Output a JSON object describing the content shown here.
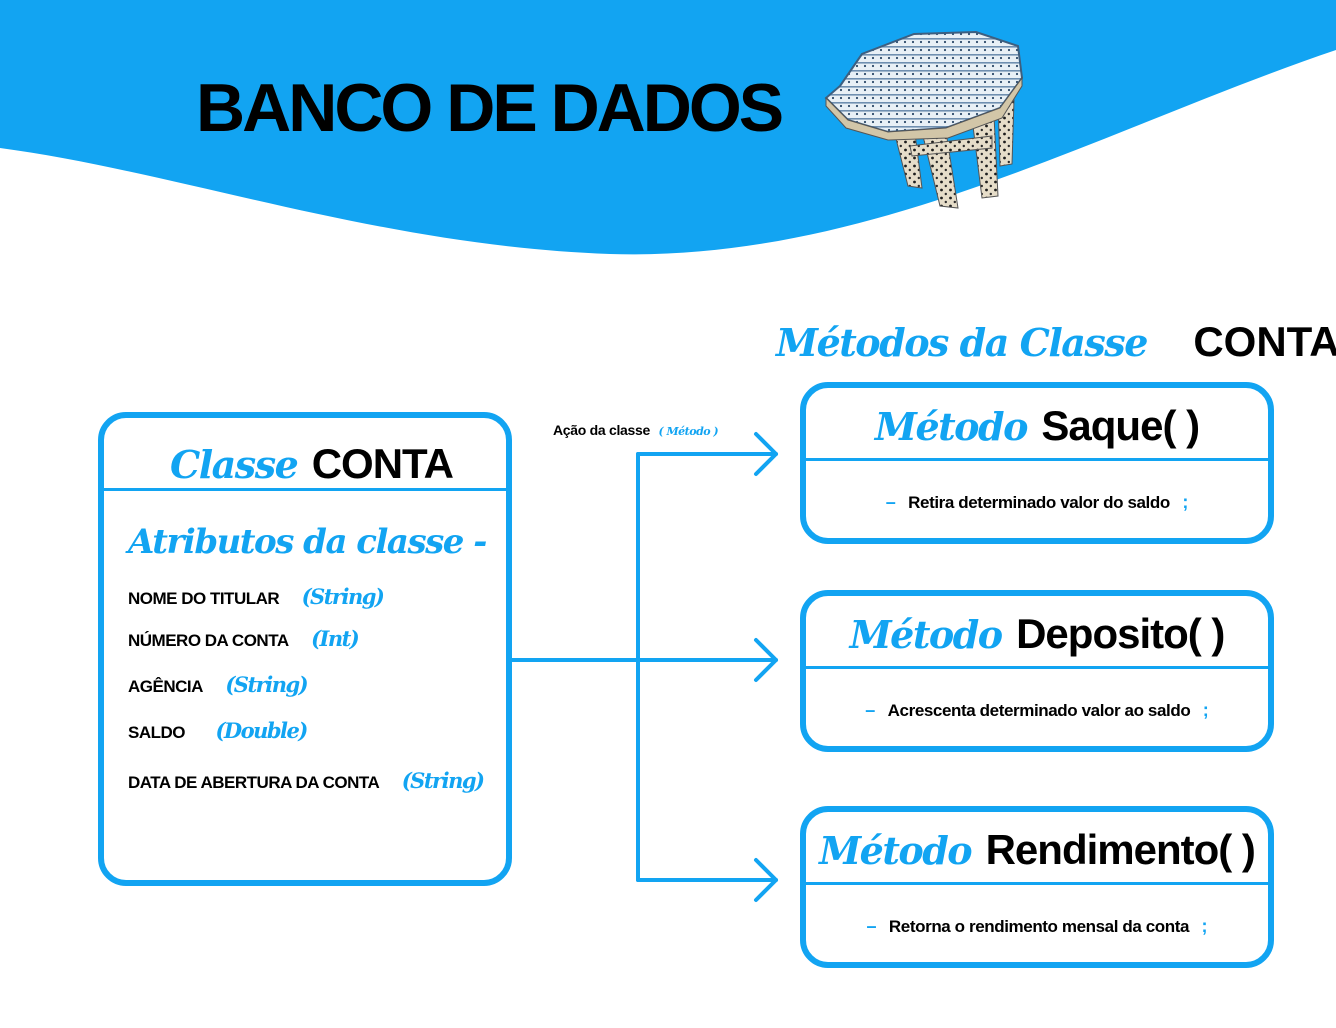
{
  "header": {
    "title": "BANCO DE DADOS",
    "colors": {
      "accent": "#12a4f2",
      "text": "#000000",
      "background": "#ffffff"
    },
    "image": "stool-illustration"
  },
  "methods_heading": {
    "prefix": "Métodos da Classe",
    "name": "CONTA"
  },
  "class_box": {
    "prefix": "Classe",
    "name": "CONTA",
    "attributes_heading": "Atributos da classe -",
    "attributes": [
      {
        "label": "NOME DO TITULAR",
        "type": "(String)"
      },
      {
        "label": "NÚMERO DA CONTA",
        "type": "(Int)"
      },
      {
        "label": "AGÊNCIA",
        "type": "(String)"
      },
      {
        "label": "SALDO",
        "type": "(Double)"
      },
      {
        "label": "DATA DE ABERTURA DA CONTA",
        "type": "(String)"
      }
    ]
  },
  "connector": {
    "label": "Ação da classe",
    "sublabel": "( Método )"
  },
  "methods": [
    {
      "prefix": "Método",
      "name": "Saque( )",
      "dash": "–",
      "description": "Retira determinado valor do saldo",
      "terminator": ";"
    },
    {
      "prefix": "Método",
      "name": "Deposito( )",
      "dash": "–",
      "description": "Acrescenta determinado valor ao saldo",
      "terminator": ";"
    },
    {
      "prefix": "Método",
      "name": "Rendimento( )",
      "dash": "–",
      "description": "Retorna o rendimento mensal da conta",
      "terminator": ";"
    }
  ]
}
